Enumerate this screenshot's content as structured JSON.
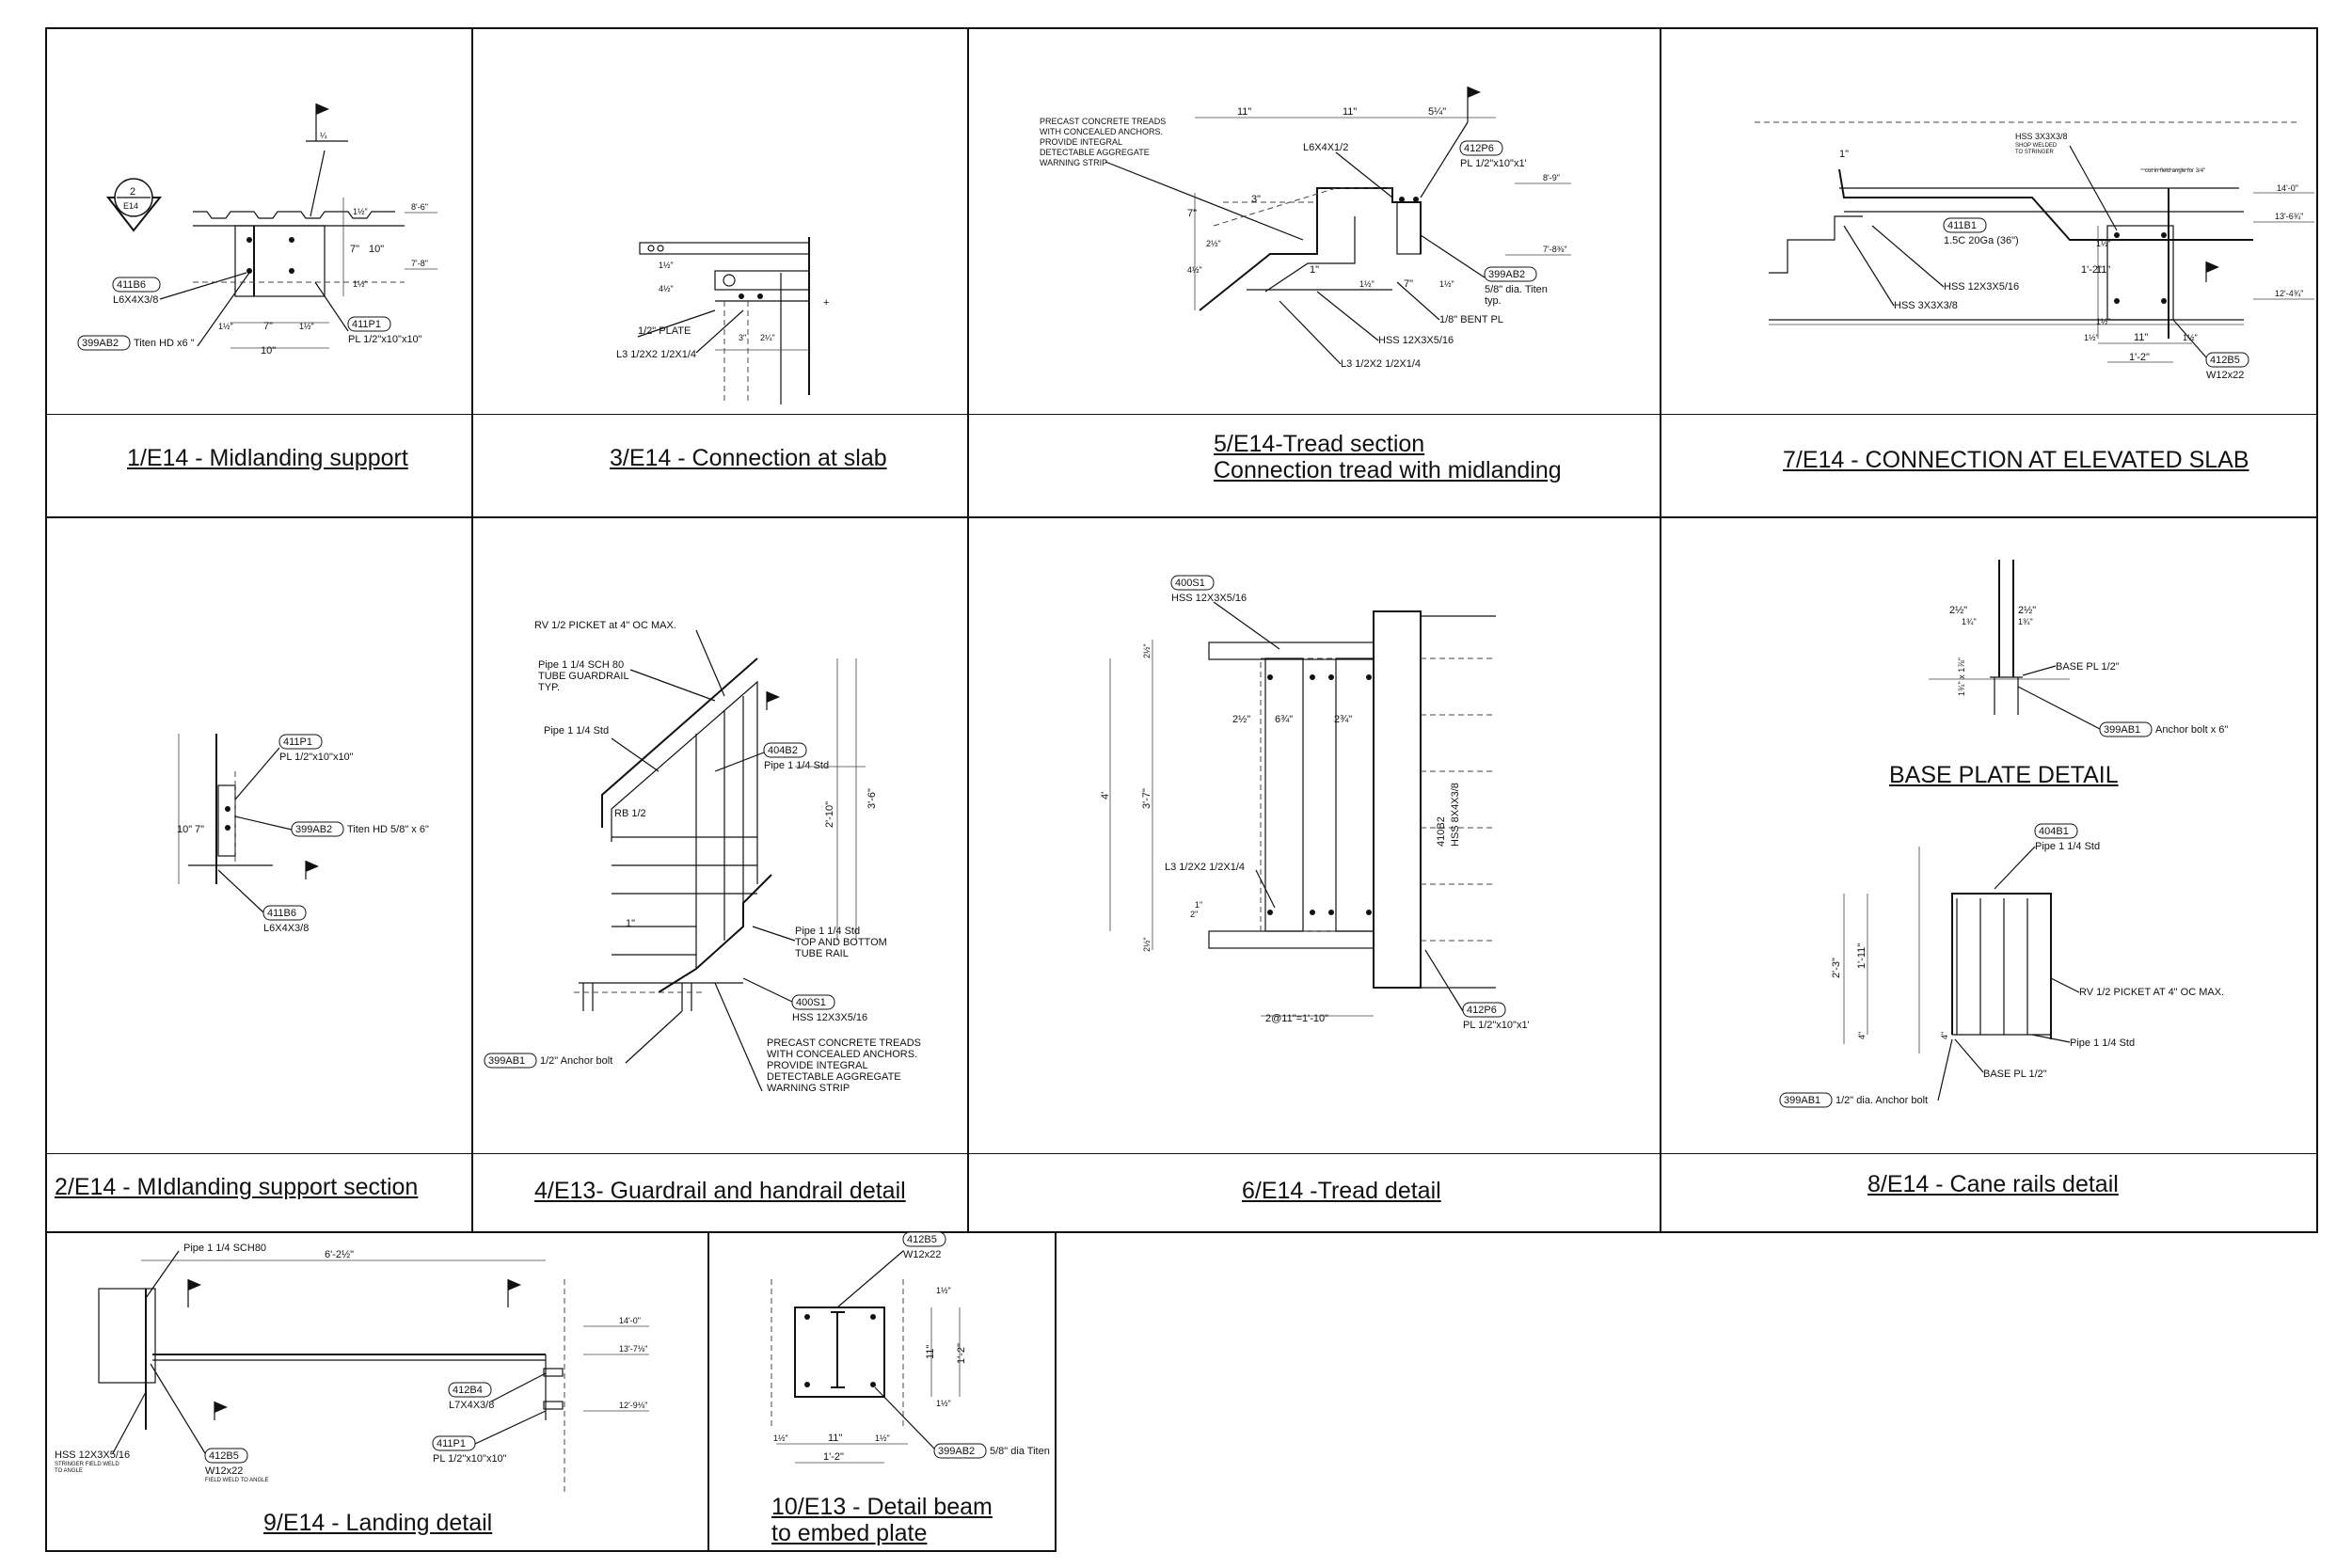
{
  "titles": {
    "d1": "1/E14 - Midlanding support",
    "d3": "3/E14 - Connection at slab",
    "d5_line1": "5/E14-Tread section",
    "d5_line2": "Connection tread with midlanding",
    "d7": "7/E14 - CONNECTION AT ELEVATED SLAB",
    "d2": "2/E14 - MIdlanding support section",
    "d4": "4/E13- Guardrail and handrail detail",
    "d6": "6/E14 -Tread detail",
    "d8": "8/E14 - Cane rails detail",
    "base_plate": "BASE PLATE DETAIL",
    "d9": "9/E14 - Landing detail",
    "d10_line1": "10/E13 - Detail beam",
    "d10_line2": "to embed plate"
  },
  "d1": {
    "section_mark_num": "2",
    "section_mark_sheet": "E14",
    "tag1": "411B6",
    "tag1_desc": "L6X4X3/8",
    "tag2": "399AB2",
    "tag2_desc": "Titen HD x6 \"",
    "tag3": "411P1",
    "tag3_desc": "PL 1/2\"x10\"x10\"",
    "elev1": "8'-6\"",
    "elev2": "7'-8\"",
    "dim_1_5a": "1½\"",
    "dim_7": "7\"",
    "dim_1_5b": "1½\"",
    "dim_10": "10\"",
    "dim_v7": "7\"",
    "dim_v10": "10\"",
    "dim_v15a": "1½\"",
    "dim_v15b": "1½\"",
    "weld": "¼"
  },
  "d3": {
    "plate": "1/2\" PLATE",
    "angle": "L3 1/2X2 1/2X1/4",
    "dim_a": "1½\"",
    "dim_b": "4½\"",
    "dim_c": "3\"",
    "dim_d": "2¼\""
  },
  "d5": {
    "note_lines": [
      "PRECAST CONCRETE TREADS",
      "WITH CONCEALED ANCHORS.",
      "PROVIDE INTEGRAL",
      "DETECTABLE AGGREGATE",
      "WARNING STRIP"
    ],
    "angle1": "L6X4X1/2",
    "tag1": "412P6",
    "tag1_desc": "PL 1/2\"x10\"x1'",
    "tag2": "399AB2",
    "tag2_desc1": "5/8\" dia. Titen",
    "tag2_desc2": "typ.",
    "bent": "1/8\" BENT PL",
    "hss": "HSS 12X3X5/16",
    "angle2": "L3 1/2X2 1/2X1/4",
    "elev1": "8'-9\"",
    "elev2": "7'-8⅜\"",
    "dim_11a": "11\"",
    "dim_11b": "11\"",
    "dim_514": "5¼\"",
    "dim_3": "3\"",
    "dim_7v": "7\"",
    "dim_412": "4½\"",
    "dim_212": "2½\"",
    "dim_1": "1\"",
    "dim_112": "1½\"",
    "dim_7h": "7\"",
    "dim_112b": "1½\""
  },
  "d7": {
    "hss1": "HSS 3X3X3/8",
    "hss1_note1": "SHOP WELDED",
    "hss1_note2": "TO STRINGER",
    "field_note": "cut in field angle for 3/4\"",
    "tag1": "411B1",
    "deck": "1.5C 20Ga (36\")",
    "hss2": "HSS 12X3X5/16",
    "hss3": "HSS 3X3X3/8",
    "tag2": "412B5",
    "tag2_desc": "W12x22",
    "elev1": "14'-0\"",
    "elev2": "13'-6¾\"",
    "elev3": "12'-4¾\"",
    "dim_1": "1\"",
    "dim_112": "1½\"",
    "dim_11": "11\"",
    "dim_112b": "1½\"",
    "dim_12": "1'-2\"",
    "dim_112v": "1½\"",
    "dim_11v": "11\"",
    "dim_112v2": "1½\""
  },
  "d2": {
    "tag1": "411P1",
    "tag1_desc": "PL 1/2\"x10\"x10\"",
    "tag2": "399AB2",
    "tag2_desc": "Titen HD 5/8\" x 6\"",
    "tag3": "411B6",
    "tag3_desc": "L6X4X3/8",
    "dim_10": "10\"",
    "dim_7": "7\""
  },
  "d4": {
    "picket": "RV 1/2 PICKET at 4\" OC MAX.",
    "pipe1_a": "Pipe 1 1/4 SCH 80",
    "pipe1_b": "TUBE GUARDRAIL",
    "pipe1_c": "TYP.",
    "pipe2": "Pipe 1 1/4 Std",
    "tag1": "404B2",
    "tag1_desc": "Pipe 1 1/4 Std",
    "rb": "RB 1/2",
    "dim_210": "2'-10\"",
    "dim_36": "3'-6\"",
    "dim_1": "1\"",
    "rail_a": "Pipe 1 1/4 Std",
    "rail_b": "TOP AND BOTTOM",
    "rail_c": "TUBE RAIL",
    "tag2": "400S1",
    "tag2_desc": "HSS 12X3X5/16",
    "note_lines": [
      "PRECAST CONCRETE TREADS",
      "WITH CONCEALED ANCHORS.",
      "PROVIDE INTEGRAL",
      "DETECTABLE AGGREGATE",
      "WARNING STRIP"
    ],
    "tag3": "399AB1",
    "tag3_desc": "1/2\" Anchor bolt"
  },
  "d6": {
    "tag1": "400S1",
    "tag1_desc": "HSS 12X3X5/16",
    "dim_4": "4'",
    "dim_37": "3'-7\"",
    "dim_212a": "2½\"",
    "dim_634": "6¾\"",
    "dim_234": "2¾\"",
    "angle": "L3 1/2X2 1/2X1/4",
    "tag2": "410B2",
    "tag2_desc": "HSS 8X4X3/8",
    "dim_2": "2\"",
    "dim_1": "1\"",
    "dim_212b": "2½\"",
    "dim_2at11": "2@11\"=1'-10\"",
    "tag3": "412P6",
    "tag3_desc": "PL 1/2\"x10\"x1'"
  },
  "d8_base": {
    "dim_212a": "2½\"",
    "dim_212b": "2½\"",
    "dim_134a": "1¾\"",
    "dim_134b": "1¾\"",
    "base": "BASE PL 1/2\"",
    "dim_v": "1¾\" x 1⅞\"",
    "tag": "399AB1",
    "tag_desc": "Anchor bolt x 6\""
  },
  "d8": {
    "tag1": "404B1",
    "tag1_desc": "Pipe 1 1/4 Std",
    "dim_23": "2'-3\"",
    "dim_111": "1'-11\"",
    "dim_4a": "4\"",
    "dim_4b": "4\"",
    "picket": "RV 1/2 PICKET AT 4\" OC MAX.",
    "pipe": "Pipe 1 1/4 Std",
    "base": "BASE PL 1/2\"",
    "tag2": "399AB1",
    "tag2_desc": "1/2\" dia. Anchor bolt"
  },
  "d9": {
    "pipe": "Pipe 1 1/4 SCH80",
    "dim": "6'-2½\"",
    "elev1": "14'-0\"",
    "elev2": "13'-7⅛\"",
    "elev3": "12'-9⅛\"",
    "tag1": "412B4",
    "tag1_desc": "L7X4X3/8",
    "tag2": "411P1",
    "tag2_desc": "PL 1/2\"x10\"x10\"",
    "hss": "HSS 12X3X5/16",
    "hss_note1": "STRINGER FIELD WELD",
    "hss_note2": "TO ANGLE",
    "tag3": "412B5",
    "tag3_desc": "W12x22",
    "tag3_note": "FIELD WELD TO ANGLE"
  },
  "d10": {
    "tag1": "412B5",
    "tag1_desc": "W12x22",
    "dim_112a": "1½\"",
    "dim_11v": "11\"",
    "dim_12v": "1'-2\"",
    "dim_112b": "1½\"",
    "dim_112c": "1½\"",
    "dim_11h": "11\"",
    "dim_112d": "1½\"",
    "dim_12h": "1'-2\"",
    "tag2": "399AB2",
    "tag2_desc": "5/8\" dia Titen"
  }
}
